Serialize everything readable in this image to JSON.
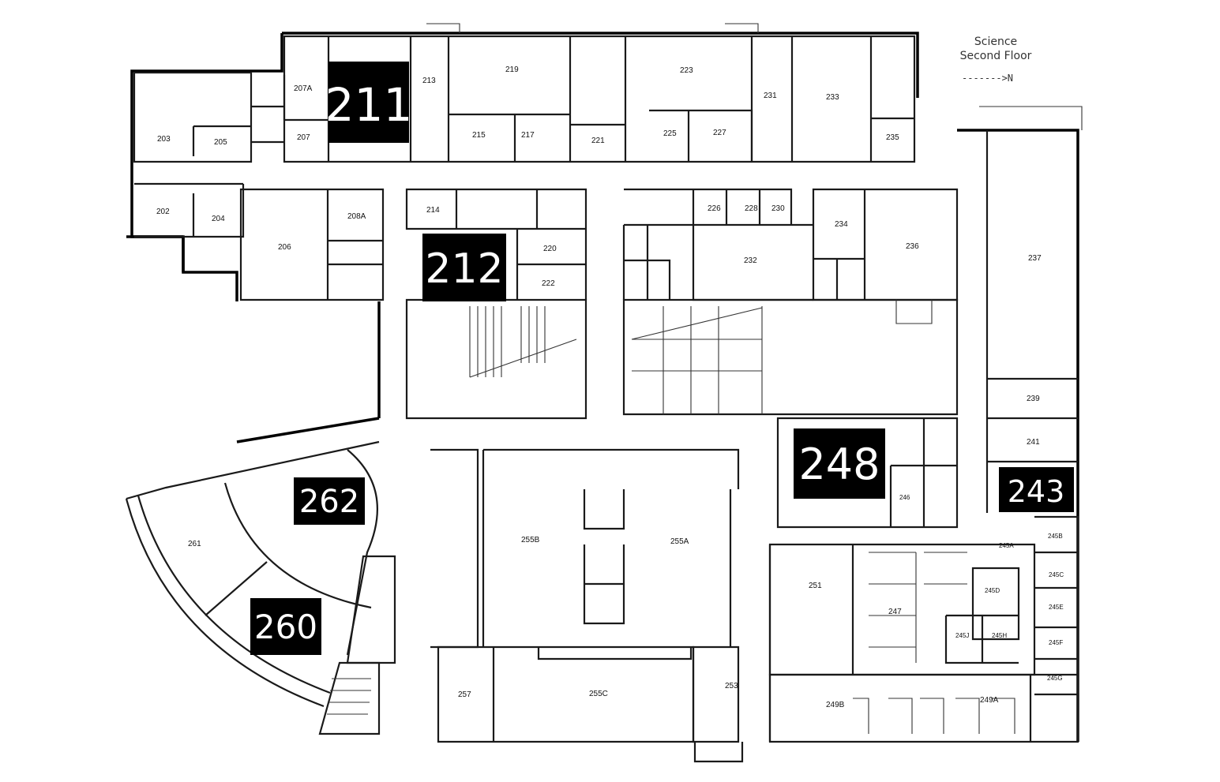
{
  "map": {
    "title_line1": "Science",
    "title_line2": "Second Floor",
    "north_arrow": "------->N"
  },
  "highlighted_rooms": [
    "211",
    "212",
    "248",
    "243",
    "262",
    "260"
  ],
  "rooms": [
    "203",
    "205",
    "202",
    "204",
    "207A",
    "207",
    "206",
    "208A",
    "213",
    "219",
    "215",
    "217",
    "221",
    "223",
    "225",
    "227",
    "231",
    "233",
    "235",
    "214",
    "220",
    "222",
    "226",
    "228",
    "230",
    "232",
    "234",
    "236",
    "237",
    "239",
    "241",
    "246",
    "245A",
    "245B",
    "245C",
    "245D",
    "245E",
    "245F",
    "245G",
    "245H",
    "245J",
    "247",
    "251",
    "253",
    "249A",
    "249B",
    "255A",
    "255B",
    "255C",
    "257",
    "261"
  ],
  "colors": {
    "highlight_bg": "#000000",
    "highlight_text": "#ffffff",
    "wall": "#1a1a1a"
  }
}
